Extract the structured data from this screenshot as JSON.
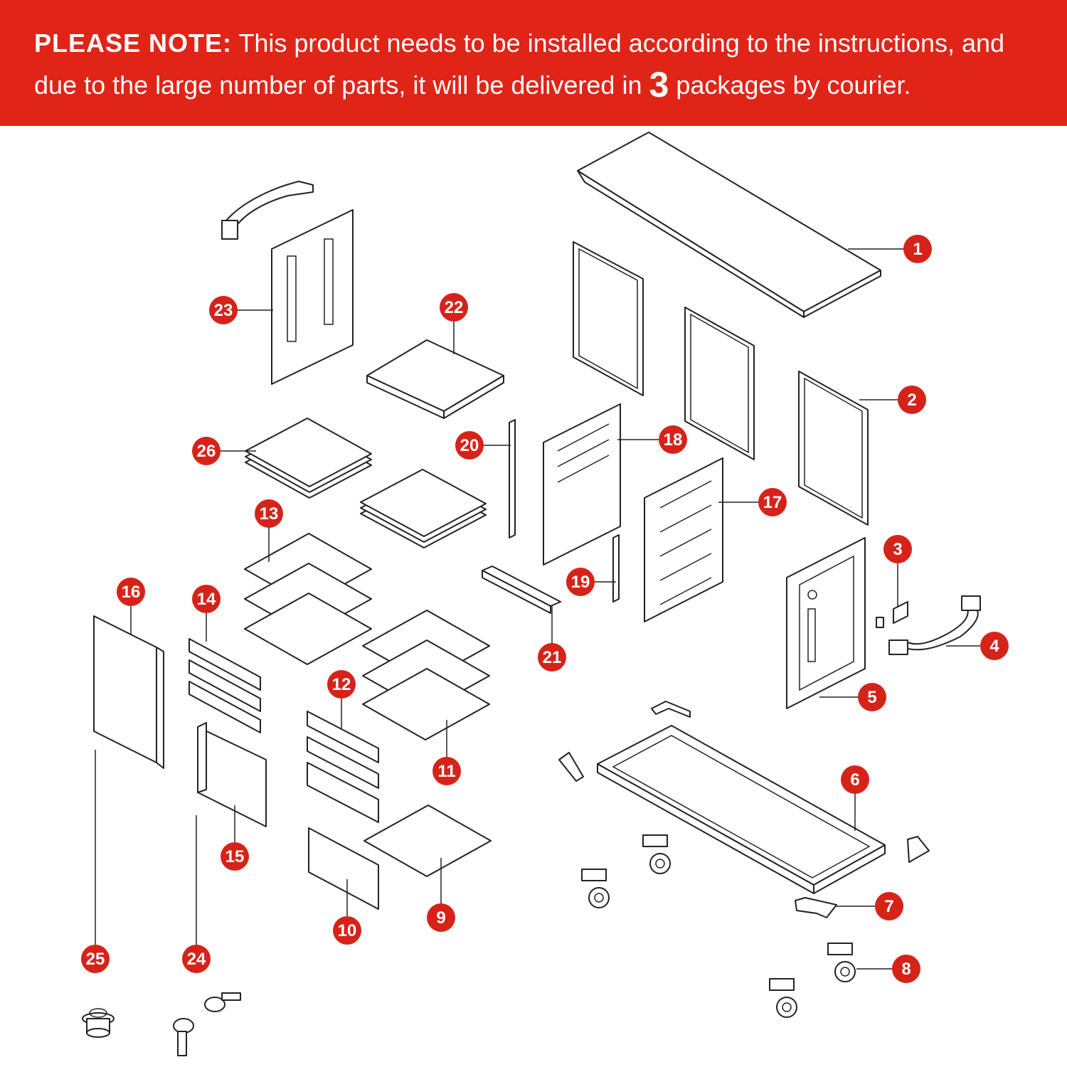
{
  "notice": {
    "label": "PLEASE NOTE:",
    "text_line1": "This product needs to be installed according to the instructions, and",
    "text_line2_before": "due to the large number of parts, it will be delivered in",
    "package_count": "3",
    "text_line2_after": "packages by courier."
  },
  "colors": {
    "accent": "#e02417",
    "line": "#222222",
    "background": "#ffffff"
  },
  "parts": [
    "1",
    "2",
    "3",
    "4",
    "5",
    "6",
    "7",
    "8",
    "9",
    "10",
    "11",
    "12",
    "13",
    "14",
    "15",
    "16",
    "17",
    "18",
    "19",
    "20",
    "21",
    "22",
    "23",
    "24",
    "25",
    "26"
  ]
}
